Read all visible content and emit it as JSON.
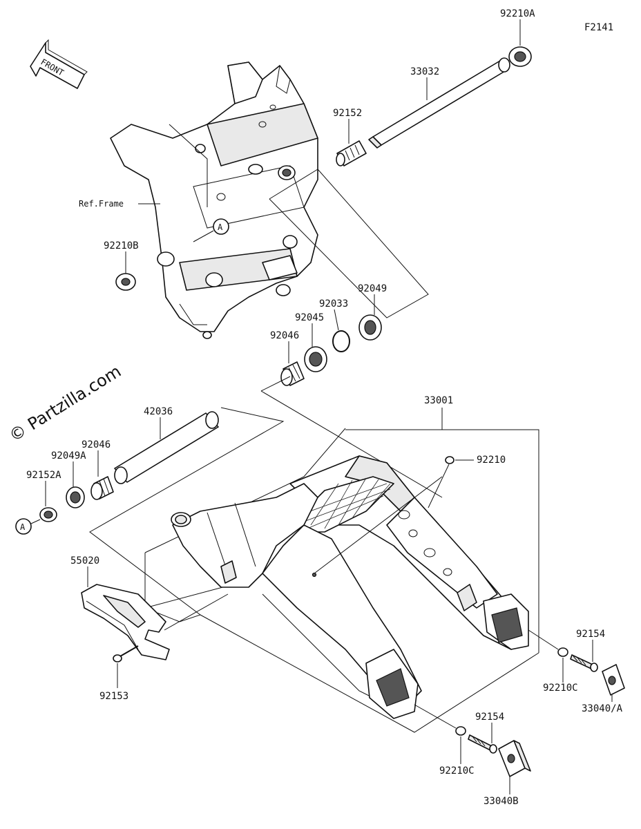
{
  "figure_code": "F2141",
  "front_label": "FRONT",
  "watermark": "© Partzilla.com",
  "ref_frame_label": "Ref.Frame",
  "callout_marker": "A",
  "parts": {
    "p92210A": "92210A",
    "p33032": "33032",
    "p92152": "92152",
    "p92210B": "92210B",
    "p92049": "92049",
    "p92033": "92033",
    "p92045": "92045",
    "p92046": "92046",
    "p33001": "33001",
    "p42036": "42036",
    "p92046b": "92046",
    "p92049A": "92049A",
    "p92152A": "92152A",
    "p92210": "92210",
    "p55020": "55020",
    "p92153": "92153",
    "p92154": "92154",
    "p92210C": "92210C",
    "p33040A": "33040/A",
    "p92154b": "92154",
    "p92210Cb": "92210C",
    "p33040B": "33040B"
  }
}
